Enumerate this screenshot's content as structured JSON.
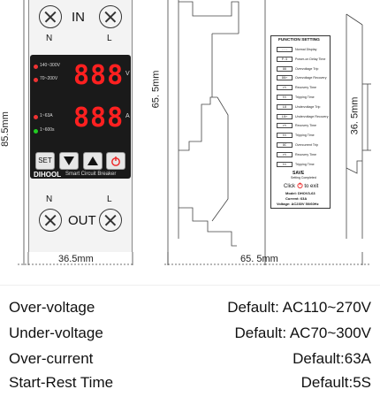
{
  "front": {
    "in_label": "IN",
    "out_label": "OUT",
    "top_n": "N",
    "top_l": "L",
    "bottom_n": "N",
    "bottom_l": "L",
    "display_top": "888",
    "display_bottom": "888",
    "unit_v": "V",
    "unit_a": "A",
    "range_1": "140~300V",
    "range_2": "70~200V",
    "range_3": "1~63A",
    "range_4": "1~600s",
    "set_label": "SET",
    "brand": "DIHOOL",
    "subtitle": "Smart Circuit Breaker",
    "height_dim": "85.5mm",
    "width_dim": "36.5mm"
  },
  "side": {
    "height_dim": "65. 5mm",
    "width_dim": "65. 5mm"
  },
  "panel": {
    "title": "FUNCTION SETTING",
    "rows": [
      {
        "code": "---",
        "text": "Normal Display"
      },
      {
        "code": "P-5",
        "text": "Power-on Delay Time"
      },
      {
        "code": "OU",
        "text": "Overvoltage Trip"
      },
      {
        "code": "OUr",
        "text": "Overvoltage Recovery"
      },
      {
        "code": "rt",
        "text": "Recovery Time"
      },
      {
        "code": "tt",
        "text": "Tripping Time"
      },
      {
        "code": "LU",
        "text": "Undervoltage Trip"
      },
      {
        "code": "LUr",
        "text": "Undervoltage Recovery"
      },
      {
        "code": "rt",
        "text": "Recovery Time"
      },
      {
        "code": "tt",
        "text": "Tripping Time"
      },
      {
        "code": "OC",
        "text": "Overcurrent Trip"
      },
      {
        "code": "rt",
        "text": "Recovery Time"
      },
      {
        "code": "tt",
        "text": "Tripping Time"
      }
    ],
    "save": "SAVE",
    "save_sub": "Setting Completed",
    "click_exit": "Click",
    "to_exit": "to exit",
    "model": "Model: DHOV3-63",
    "current": "Current: 63A",
    "voltage": "Voltage: AC230V 50/60Hz",
    "depth_dim": "36. 5mm"
  },
  "specs": [
    {
      "name": "Over-voltage",
      "value": "Default: AC110~270V"
    },
    {
      "name": "Under-voltage",
      "value": "Default: AC70~300V"
    },
    {
      "name": "Over-current",
      "value": "Default:63A"
    },
    {
      "name": "Start-Rest Time",
      "value": "Default:5S"
    }
  ]
}
